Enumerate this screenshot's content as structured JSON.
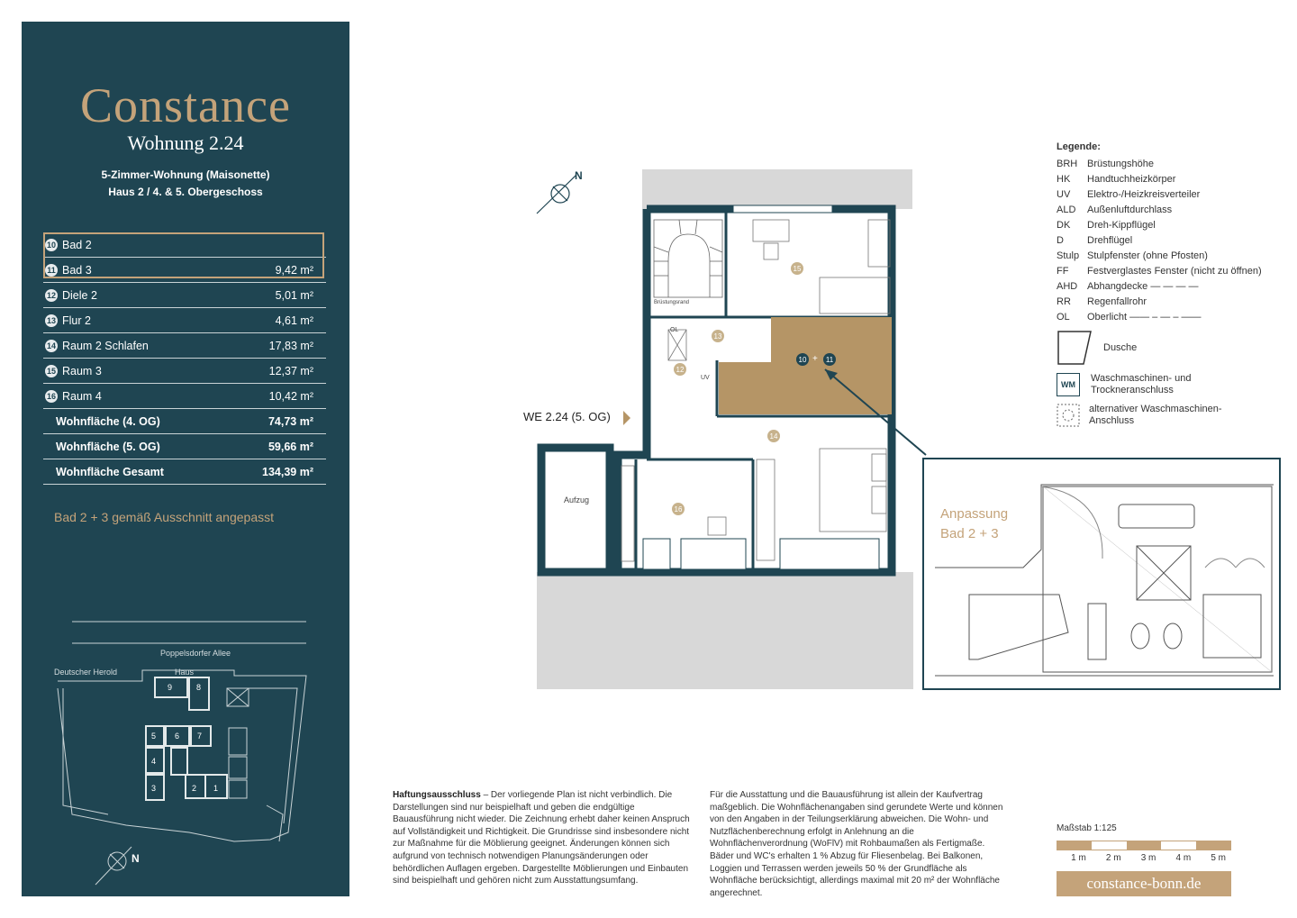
{
  "brand": "Constance",
  "unit": {
    "title": "Wohnung 2.24",
    "type": "5-Zimmer-Wohnung (Maisonette)",
    "location": "Haus 2 / 4. & 5. Obergeschoss"
  },
  "rooms": [
    {
      "num": "10",
      "name": "Bad 2",
      "area": ""
    },
    {
      "num": "11",
      "name": "Bad 3",
      "area": "9,42 m²"
    },
    {
      "num": "12",
      "name": "Diele 2",
      "area": "5,01 m²"
    },
    {
      "num": "13",
      "name": "Flur 2",
      "area": "4,61 m²"
    },
    {
      "num": "14",
      "name": "Raum 2 Schlafen",
      "area": "17,83 m²"
    },
    {
      "num": "15",
      "name": "Raum 3",
      "area": "12,37 m²"
    },
    {
      "num": "16",
      "name": "Raum 4",
      "area": "10,42 m²"
    }
  ],
  "totals": [
    {
      "name": "Wohnfläche (4. OG)",
      "area": "74,73 m²"
    },
    {
      "name": "Wohnfläche (5. OG)",
      "area": "59,66 m²"
    },
    {
      "name": "Wohnfläche Gesamt",
      "area": "134,39 m²"
    }
  ],
  "note": "Bad 2 + 3 gemäß Ausschnitt angepasst",
  "site_plan": {
    "street": "Poppelsdorfer Allee",
    "neighbor": "Deutscher Herold",
    "haus_label": "Haus",
    "houses": [
      "9",
      "8",
      "5",
      "6",
      "7",
      "4",
      "3",
      "2",
      "1"
    ],
    "north": "N"
  },
  "plan": {
    "north": "N",
    "we_label": "WE 2.24 (5. OG)",
    "aufzug": "Aufzug",
    "bruestungsrand": "Brüstungsrand",
    "ol": "OL",
    "uv": "UV",
    "badges": [
      "15",
      "13",
      "12",
      "14",
      "16"
    ],
    "combined_a": "10",
    "combined_plus": "+",
    "combined_b": "11"
  },
  "legend": {
    "title": "Legende:",
    "items": [
      {
        "abbr": "BRH",
        "text": "Brüstungshöhe"
      },
      {
        "abbr": "HK",
        "text": "Handtuchheizkörper"
      },
      {
        "abbr": "UV",
        "text": "Elektro-/Heizkreisverteiler"
      },
      {
        "abbr": "ALD",
        "text": "Außenluftdurchlass"
      },
      {
        "abbr": "DK",
        "text": "Dreh-Kippflügel"
      },
      {
        "abbr": "D",
        "text": "Drehflügel"
      },
      {
        "abbr": "Stulp",
        "text": "Stulpfenster (ohne Pfosten)"
      },
      {
        "abbr": "FF",
        "text": "Festverglastes Fenster (nicht zu öffnen)"
      },
      {
        "abbr": "AHD",
        "text": "Abhangdecke — — — —"
      },
      {
        "abbr": "RR",
        "text": "Regenfallrohr"
      },
      {
        "abbr": "OL",
        "text": "Oberlicht —— – — – ——"
      }
    ],
    "dusche": "Dusche",
    "wm_symbol": "WM",
    "wm": "Waschmaschinen- und Trockneranschluss",
    "wm_alt": "alternativer Waschmaschinen-Anschluss"
  },
  "inset": {
    "title1": "Anpassung",
    "title2": "Bad 2 + 3"
  },
  "disclaimer": {
    "heading": "Haftungsausschluss",
    "text1": " – Der vorliegende Plan ist nicht verbindlich. Die Darstellungen sind nur beispielhaft und geben die endgültige Bauausführung nicht wieder. Die Zeichnung erhebt daher keinen Anspruch auf Vollständigkeit und Richtigkeit. Die Grundrisse sind insbesondere nicht zur Maßnahme für die Möblierung geeignet. Änderungen können sich aufgrund von technisch notwendigen Planungsänderungen oder behördlichen Auflagen ergeben. Dargestellte Möblierungen und Einbauten sind beispielhaft und gehören nicht zum Ausstattungsumfang.",
    "text2": "Für die Ausstattung und die Bauausführung ist allein der Kaufvertrag maßgeblich. Die Wohnflächenangaben sind gerundete Werte und können von den Angaben in der Teilungserklärung abweichen. Die Wohn- und Nutzflächenberechnung erfolgt in Anlehnung an die Wohnflächenverordnung (WoFlV) mit Rohbaumaßen als Fertigmaße. Bäder und WC's erhalten 1 % Abzug für Fliesenbelag. Bei Balkonen, Loggien und Terrassen werden jeweils 50 % der Grundfläche als Wohnfläche berücksichtigt, allerdings maximal mit 20 m² der Wohnfläche angerechnet."
  },
  "scale": {
    "label": "Maßstab 1:125",
    "ticks": [
      "1 m",
      "2 m",
      "3 m",
      "4 m",
      "5 m"
    ]
  },
  "url": "constance-bonn.de",
  "colors": {
    "navy": "#1f4552",
    "gold": "#c4a37a",
    "highlight": "#b59566"
  }
}
